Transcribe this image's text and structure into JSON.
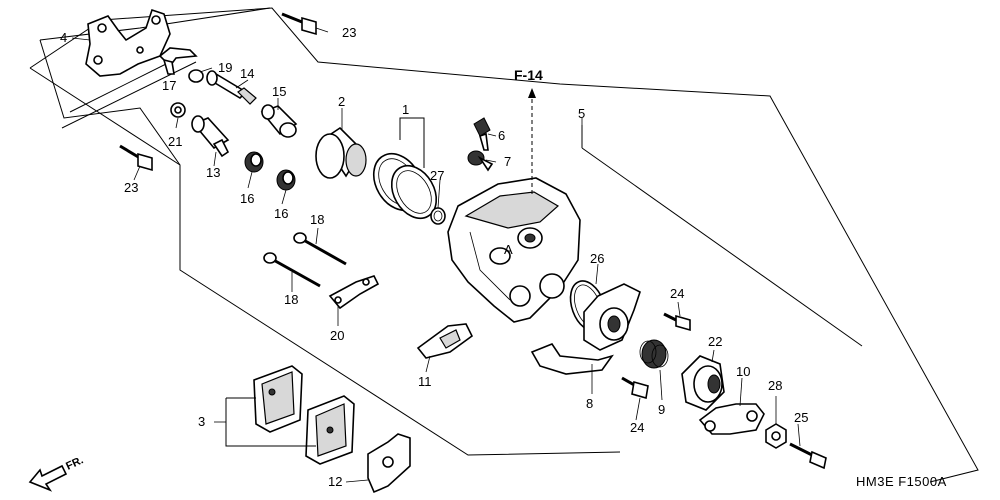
{
  "diagram": {
    "reference": "F-14",
    "code": "HM3E  F1500A",
    "direction_label": "FR.",
    "callouts": [
      {
        "id": "c1",
        "text": "1"
      },
      {
        "id": "c2",
        "text": "2"
      },
      {
        "id": "c3",
        "text": "3"
      },
      {
        "id": "c4",
        "text": "4"
      },
      {
        "id": "c5",
        "text": "5"
      },
      {
        "id": "c6",
        "text": "6"
      },
      {
        "id": "c7",
        "text": "7"
      },
      {
        "id": "c8",
        "text": "8"
      },
      {
        "id": "c9",
        "text": "9"
      },
      {
        "id": "c10",
        "text": "10"
      },
      {
        "id": "c11",
        "text": "11"
      },
      {
        "id": "c12",
        "text": "12"
      },
      {
        "id": "c13",
        "text": "13"
      },
      {
        "id": "c14",
        "text": "14"
      },
      {
        "id": "c15",
        "text": "15"
      },
      {
        "id": "c16a",
        "text": "16"
      },
      {
        "id": "c16b",
        "text": "16"
      },
      {
        "id": "c17",
        "text": "17"
      },
      {
        "id": "c18a",
        "text": "18"
      },
      {
        "id": "c18b",
        "text": "18"
      },
      {
        "id": "c19",
        "text": "19"
      },
      {
        "id": "c20",
        "text": "20"
      },
      {
        "id": "c21",
        "text": "21"
      },
      {
        "id": "c22",
        "text": "22"
      },
      {
        "id": "c23a",
        "text": "23"
      },
      {
        "id": "c23b",
        "text": "23"
      },
      {
        "id": "c24a",
        "text": "24"
      },
      {
        "id": "c24b",
        "text": "24"
      },
      {
        "id": "c25",
        "text": "25"
      },
      {
        "id": "c26",
        "text": "26"
      },
      {
        "id": "c27",
        "text": "27"
      },
      {
        "id": "c28",
        "text": "28"
      }
    ]
  }
}
